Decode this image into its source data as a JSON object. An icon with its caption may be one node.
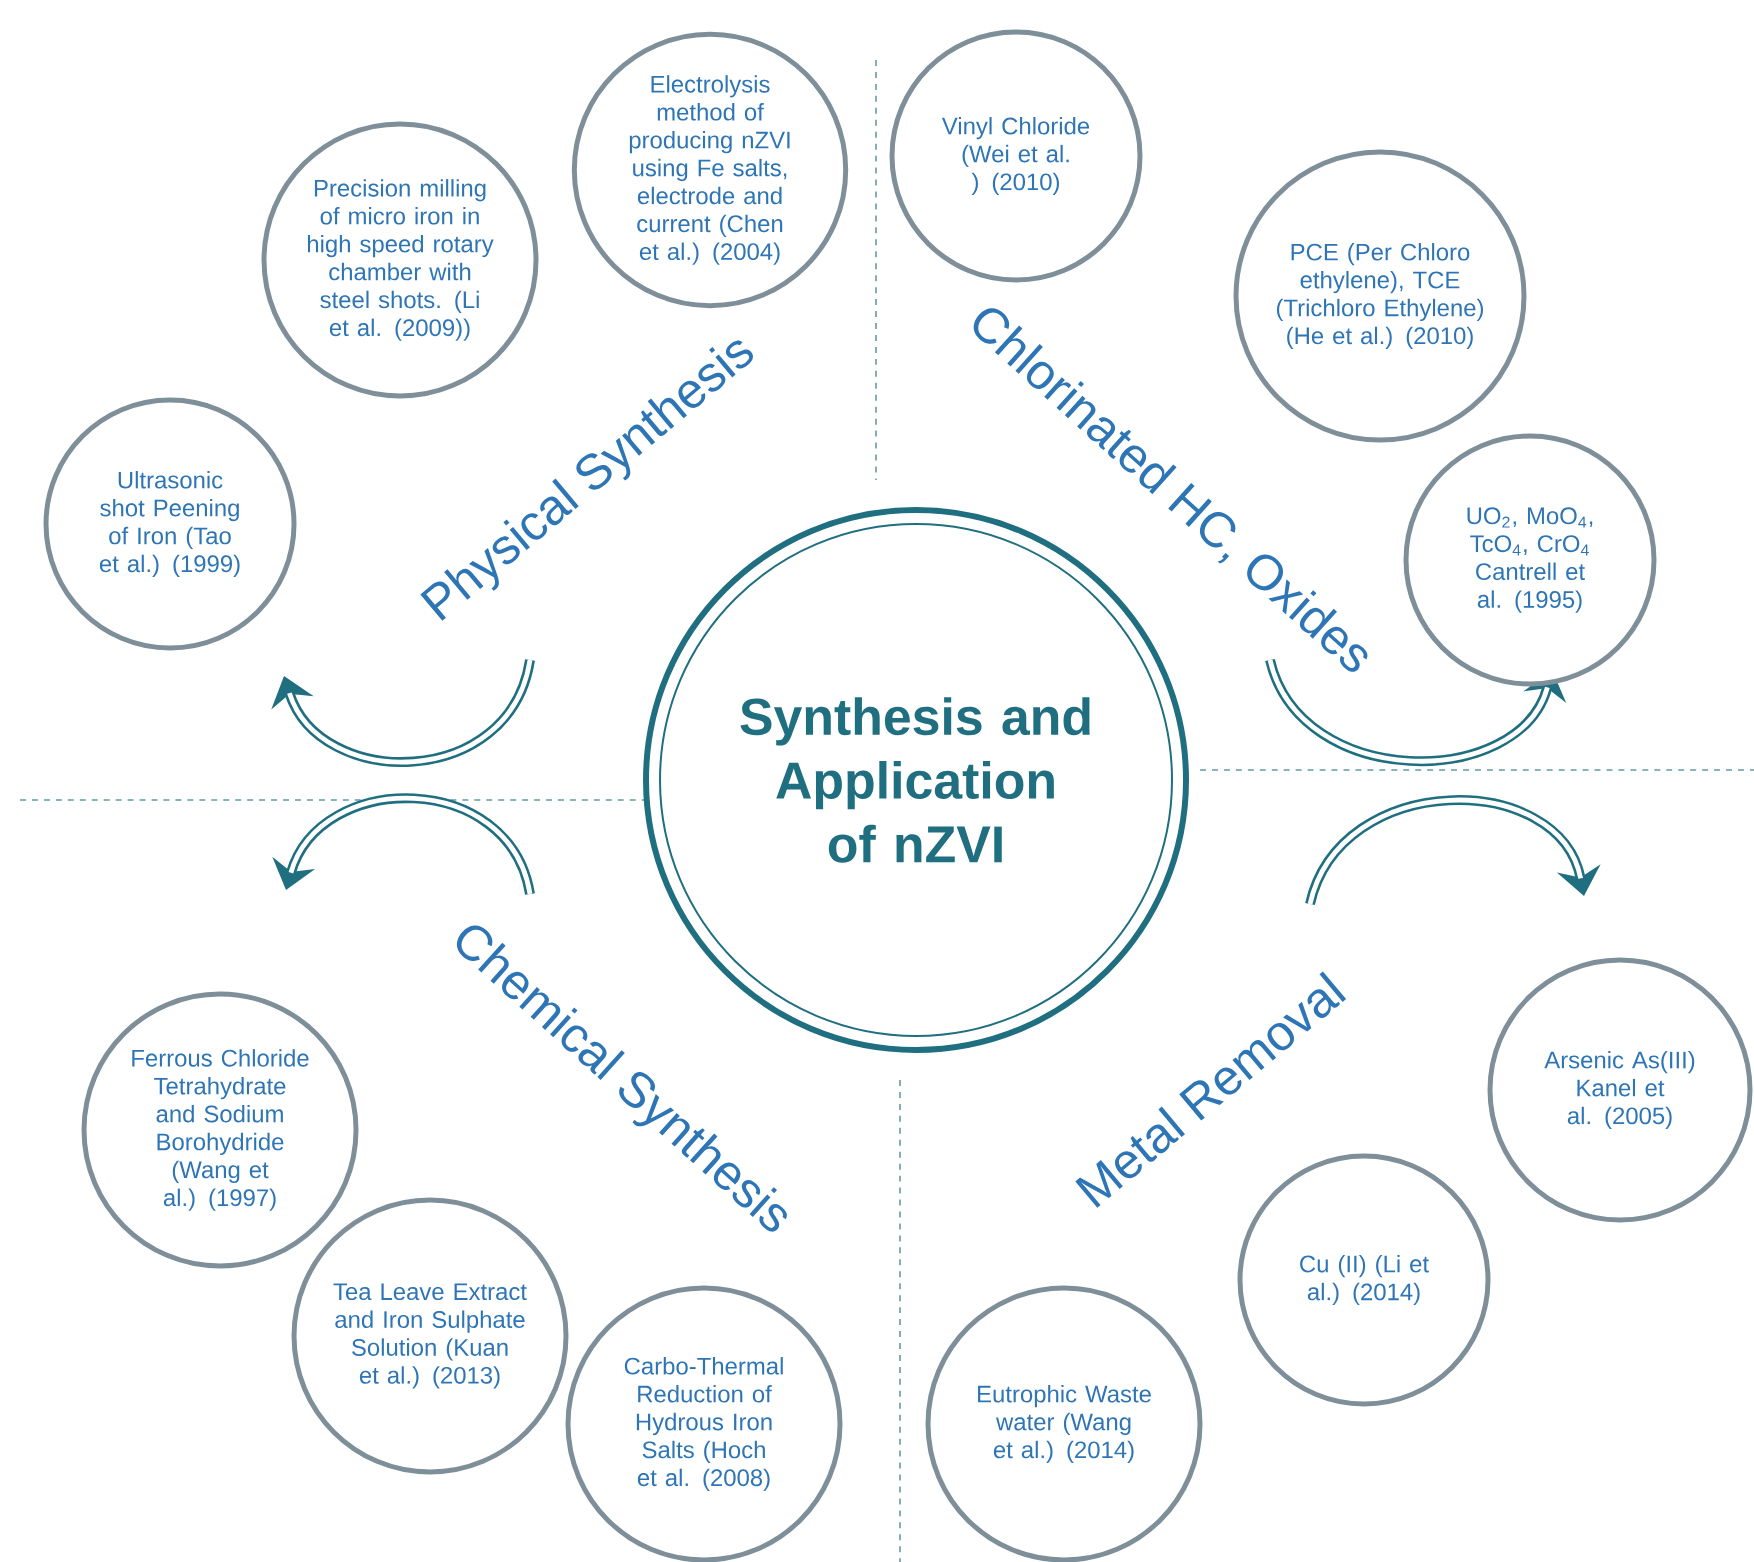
{
  "diagram": {
    "title": "Synthesis and Application of nZVI",
    "nodes": [
      {
        "text": [
          "Ultrasonic shot Peening of Iron (Tao et al.) (1999)"
        ]
      },
      {
        "text": [
          "Precision milling of micro iron in high speed rotary chamber with steel shots. (Li et al. (2009))"
        ]
      },
      {
        "text": [
          "Electrolysis method of producing nZVI using Fe salts, electrode and current (Chen et al.) (2004)"
        ]
      },
      {
        "text": [
          "Vinyl Chloride (Wei et al. ) (2010)"
        ]
      },
      {
        "text": [
          "PCE (Per Chloro ethylene), TCE (Trichloro Ethylene) (He et al.) (2010)"
        ]
      },
      {
        "text": [
          "UO$_{2}$, MoO$_{4}$, TcO$_{4}$, CrO$_{4}$ Cantrell et al. (1995)"
        ]
      },
      {
        "text": [
          "Arsenic As(III) Kanel et al. (2005)"
        ]
      },
      {
        "text": [
          "Cu (II) (Li et al.) (2014)"
        ]
      },
      {
        "text": [
          "Eutrophic Waste water (Wang et al.) (2014)"
        ]
      },
      {
        "text": [
          "Ferrous Chloride Tetrahydrate and Sodium Borohydride (Wang et al.) (1997)"
        ]
      },
      {
        "text": [
          "Tea Leave Extract and Iron Sulphate Solution (Kuan et al.) (2013)"
        ]
      },
      {
        "text": [
          "Carbo-Thermal Reduction of Hydrous Iron Salts (Hoch et al. (2008)"
        ]
      }
    ],
    "labels": [
      "Physical Synthesis",
      "Chlorinated HC, Oxides",
      "Metal Removal",
      "Chemical Synthesis"
    ]
  }
}
